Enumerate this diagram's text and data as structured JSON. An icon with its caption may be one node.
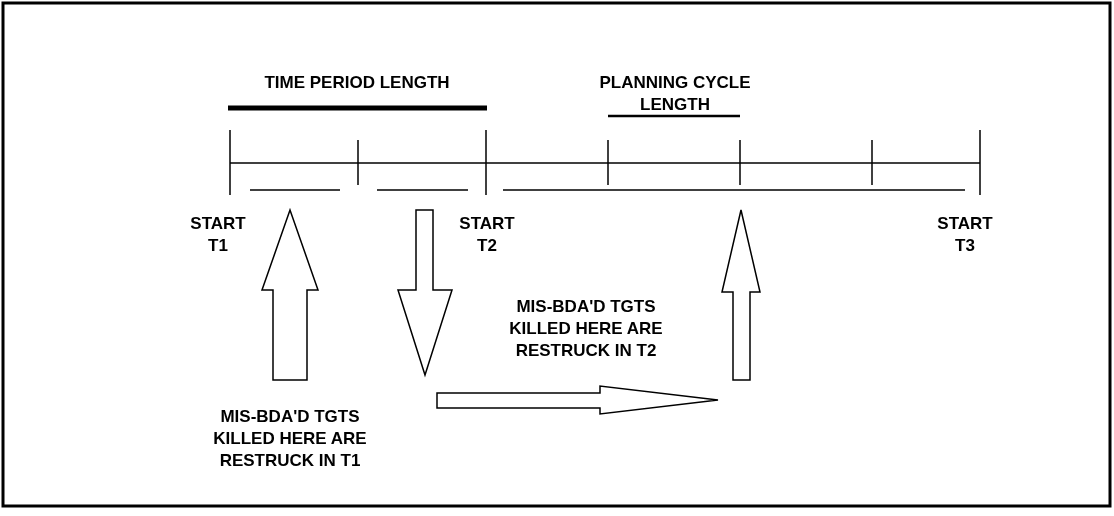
{
  "diagram": {
    "labels": [
      "TIME PERIOD LENGTH",
      "PLANNING CYCLE LENGTH",
      "START T1",
      "START T2",
      "START T3",
      "MIS-BDA'D TGTS KILLED HERE ARE RESTRUCK IN T2",
      "MIS-BDA'D TGTS KILLED HERE ARE RESTRUCK IN T1"
    ]
  }
}
